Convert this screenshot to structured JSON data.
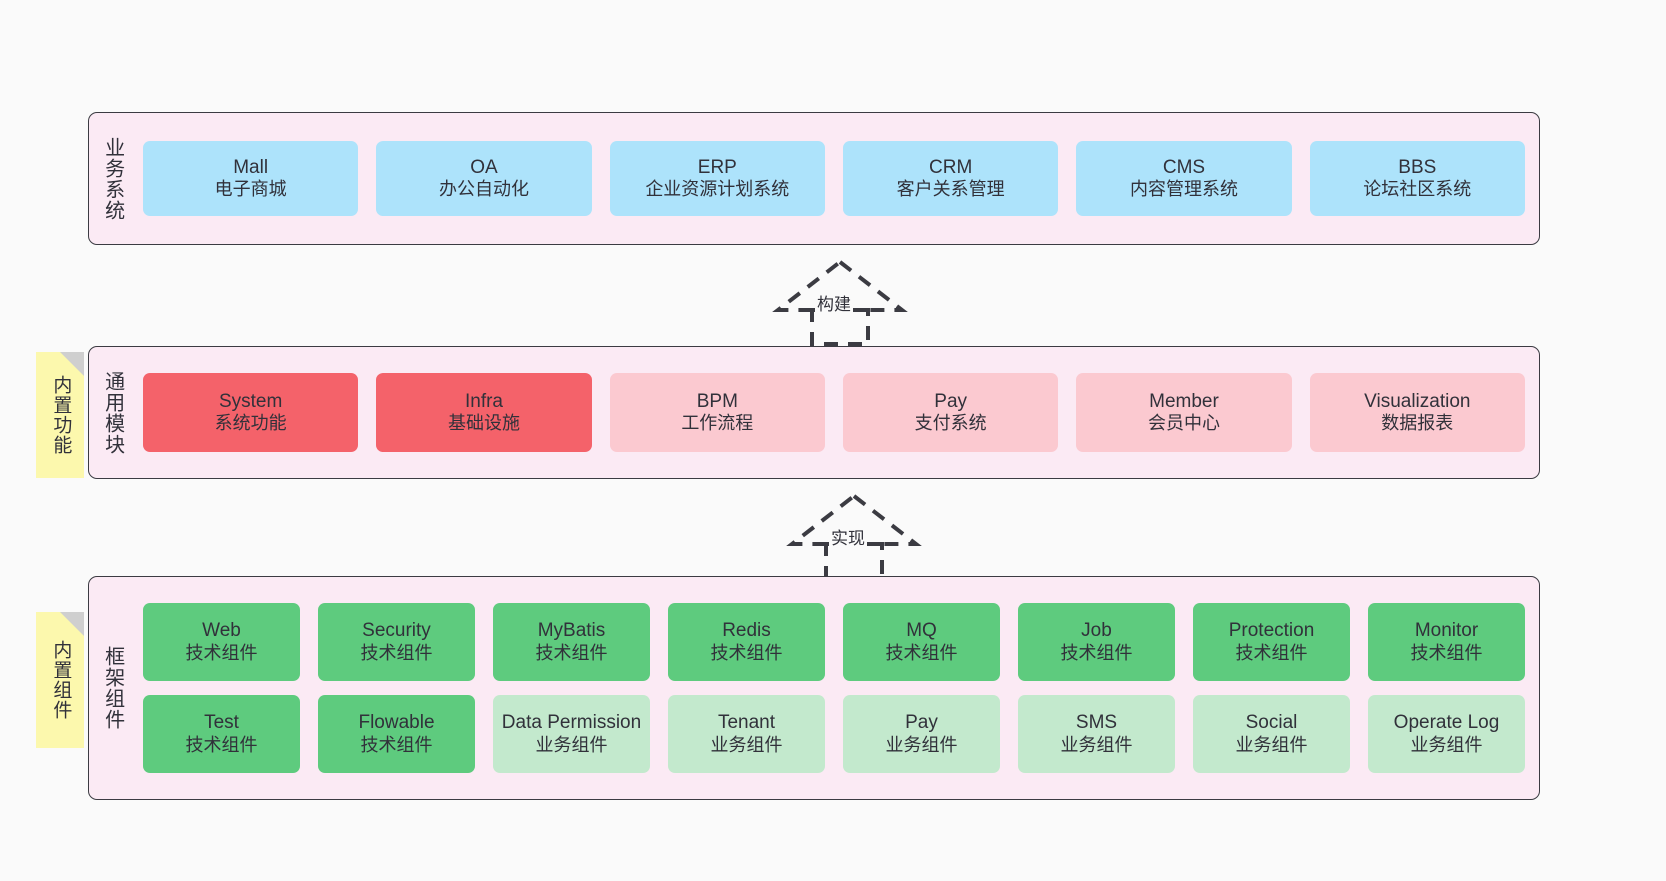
{
  "diagram": {
    "title": "ruoyi-vue-pro architecture layers",
    "background": "#fafafa",
    "colors": {
      "panel_fill": "#fbeaf4",
      "panel_border": "#3b3b42",
      "business_node": "#ade3fb",
      "common_strong": "#f4626a",
      "common_soft": "#fbc9d0",
      "framework_strong": "#5ecb7e",
      "framework_soft": "#c3e9cd",
      "sticky": "#fcf8ad",
      "sticky_fold": "#cfcfcf",
      "text": "#31313a"
    }
  },
  "layers": {
    "business": {
      "title": "业务系统",
      "nodes": [
        {
          "en": "Mall",
          "cn": "电子商城"
        },
        {
          "en": "OA",
          "cn": "办公自动化"
        },
        {
          "en": "ERP",
          "cn": "企业资源计划系统"
        },
        {
          "en": "CRM",
          "cn": "客户关系管理"
        },
        {
          "en": "CMS",
          "cn": "内容管理系统"
        },
        {
          "en": "BBS",
          "cn": "论坛社区系统"
        }
      ]
    },
    "common": {
      "title": "通用模块",
      "sticky": "内置功能",
      "nodes": [
        {
          "en": "System",
          "cn": "系统功能",
          "style": "red-strong"
        },
        {
          "en": "Infra",
          "cn": "基础设施",
          "style": "red-strong"
        },
        {
          "en": "BPM",
          "cn": "工作流程",
          "style": "red-soft"
        },
        {
          "en": "Pay",
          "cn": "支付系统",
          "style": "red-soft"
        },
        {
          "en": "Member",
          "cn": "会员中心",
          "style": "red-soft"
        },
        {
          "en": "Visualization",
          "cn": "数据报表",
          "style": "red-soft"
        }
      ]
    },
    "framework": {
      "title": "框架组件",
      "sticky": "内置组件",
      "row1": [
        {
          "en": "Web",
          "cn": "技术组件",
          "style": "green-strong"
        },
        {
          "en": "Security",
          "cn": "技术组件",
          "style": "green-strong"
        },
        {
          "en": "MyBatis",
          "cn": "技术组件",
          "style": "green-strong"
        },
        {
          "en": "Redis",
          "cn": "技术组件",
          "style": "green-strong"
        },
        {
          "en": "MQ",
          "cn": "技术组件",
          "style": "green-strong"
        },
        {
          "en": "Job",
          "cn": "技术组件",
          "style": "green-strong"
        },
        {
          "en": "Protection",
          "cn": "技术组件",
          "style": "green-strong"
        },
        {
          "en": "Monitor",
          "cn": "技术组件",
          "style": "green-strong"
        }
      ],
      "row2": [
        {
          "en": "Test",
          "cn": "技术组件",
          "style": "green-strong"
        },
        {
          "en": "Flowable",
          "cn": "技术组件",
          "style": "green-strong"
        },
        {
          "en": "Data Permission",
          "cn": "业务组件",
          "style": "green-soft"
        },
        {
          "en": "Tenant",
          "cn": "业务组件",
          "style": "green-soft"
        },
        {
          "en": "Pay",
          "cn": "业务组件",
          "style": "green-soft"
        },
        {
          "en": "SMS",
          "cn": "业务组件",
          "style": "green-soft"
        },
        {
          "en": "Social",
          "cn": "业务组件",
          "style": "green-soft"
        },
        {
          "en": "Operate Log",
          "cn": "业务组件",
          "style": "green-soft"
        }
      ]
    }
  },
  "connectors": [
    {
      "id": "build",
      "label": "构建",
      "from": "common",
      "to": "business",
      "style": "dashed-generalization"
    },
    {
      "id": "impl",
      "label": "实现",
      "from": "framework",
      "to": "common",
      "style": "dashed-generalization"
    }
  ]
}
